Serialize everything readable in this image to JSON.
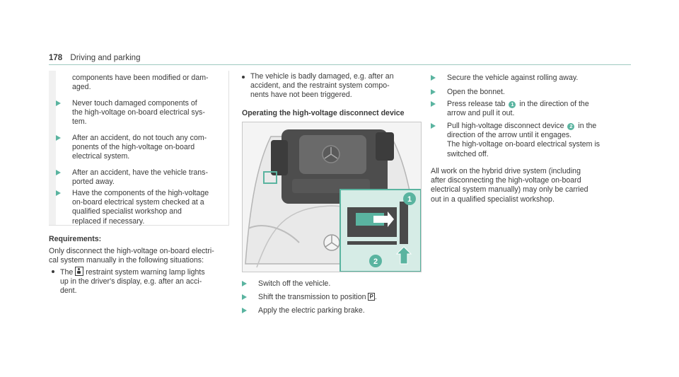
{
  "header": {
    "page_number": "178",
    "section": "Driving and parking"
  },
  "warning_list": {
    "continuation": "components have been modified or dam-\naged.",
    "items": [
      "Never touch damaged components of\nthe high-voltage on-board electrical sys-\ntem.",
      "After an accident, do not touch any com-\nponents of the high-voltage on-board\nelectrical system.",
      "After an accident, have the vehicle trans-\nported away.",
      "Have the components of the high-voltage\non-board electrical system checked at a\nqualified specialist workshop and\nreplaced if necessary."
    ]
  },
  "requirements": {
    "heading": "Requirements:",
    "intro": "Only disconnect the high-voltage on-board electri-\ncal system manually in the following situations:",
    "bullet1_before": "The",
    "bullet1_after": "restraint system warning lamp lights\nup in the driver's display, e.g. after an acci-\ndent.",
    "bullet2": "The vehicle is badly damaged, e.g. after an\naccident, and the restraint system compo-\nnents have not been triggered."
  },
  "section": {
    "heading": "Operating the high-voltage disconnect device"
  },
  "figure": {
    "callout1": "1",
    "callout2": "2",
    "colors": {
      "accent": "#5ab4a0",
      "panel": "#d6ece6",
      "engine": "#4a4a4a"
    }
  },
  "steps_mid": {
    "switch_off": "Switch off the vehicle.",
    "shift_before": "Shift the transmission to position",
    "shift_symbol": "P",
    "shift_after": ".",
    "apply_brake": "Apply the electric parking brake."
  },
  "steps_right": {
    "secure": "Secure the vehicle against rolling away.",
    "open": "Open the bonnet.",
    "press_before": "Press release tab",
    "press_num": "1",
    "press_after": "in the direction of the\narrow and pull it out.",
    "pull_before": "Pull high-voltage disconnect device",
    "pull_num": "2",
    "pull_after": "in the\ndirection of the arrow until it engages.\nThe high-voltage on-board electrical system is\nswitched off."
  },
  "note": "All work on the hybrid drive system (including\nafter disconnecting the high-voltage on-board\nelectrical system manually) may only be carried\nout in a qualified specialist workshop."
}
